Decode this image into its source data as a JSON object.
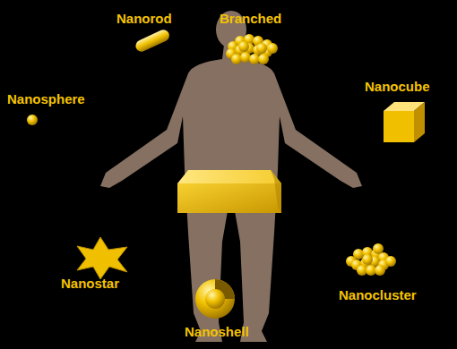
{
  "diagram": {
    "labels": [
      "Nanorod",
      "Branched",
      "Nanosphere",
      "Nanocube",
      "Nanostar",
      "Nanocluster",
      "Nanoshell"
    ]
  }
}
